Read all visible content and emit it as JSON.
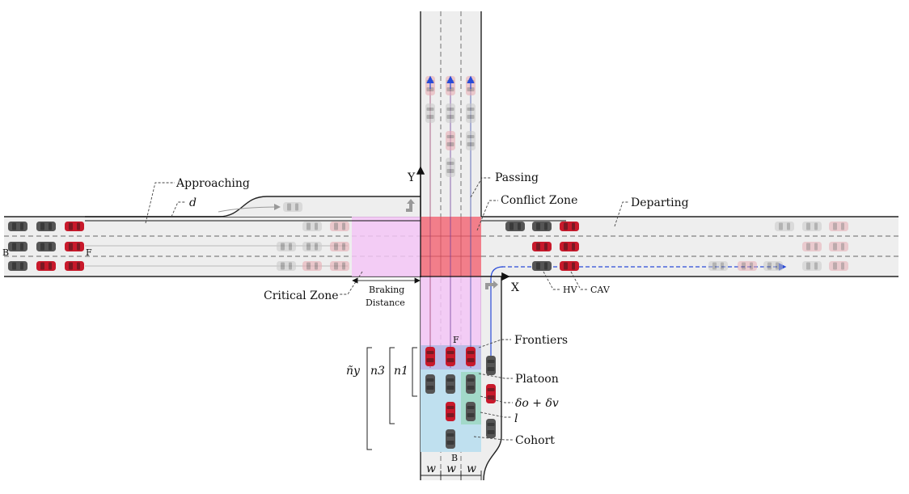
{
  "colors": {
    "critical_zone": "#f3c6f6",
    "conflict_zone": "#f27e8a",
    "cohort_zone": "#bfe0ef",
    "platoon_zone": "#9fd8c4",
    "frontier_zone": "#b9b3e3",
    "cav": "#c8192b",
    "hv": "#555555",
    "ghost": "#c8c8c8",
    "trajectory": "#2a4bd8"
  },
  "labels": {
    "approaching": "Approaching",
    "d": "d",
    "passing": "Passing",
    "conflict_zone": "Conflict Zone",
    "departing": "Departing",
    "critical_zone": "Critical Zone",
    "braking_line1": "Braking",
    "braking_line2": "Distance",
    "frontiers": "Frontiers",
    "platoon": "Platoon",
    "delta": "δo + δv",
    "l": "l",
    "cohort": "Cohort",
    "hv": "HV",
    "cav": "CAV",
    "axis_x": "X",
    "axis_y": "Y",
    "b_left": "B",
    "f_left": "F",
    "f_south": "F",
    "b_south": "B",
    "ny": "ñy",
    "n3": "n3",
    "n1": "n1",
    "w1": "w",
    "w2": "w",
    "w3": "w"
  }
}
